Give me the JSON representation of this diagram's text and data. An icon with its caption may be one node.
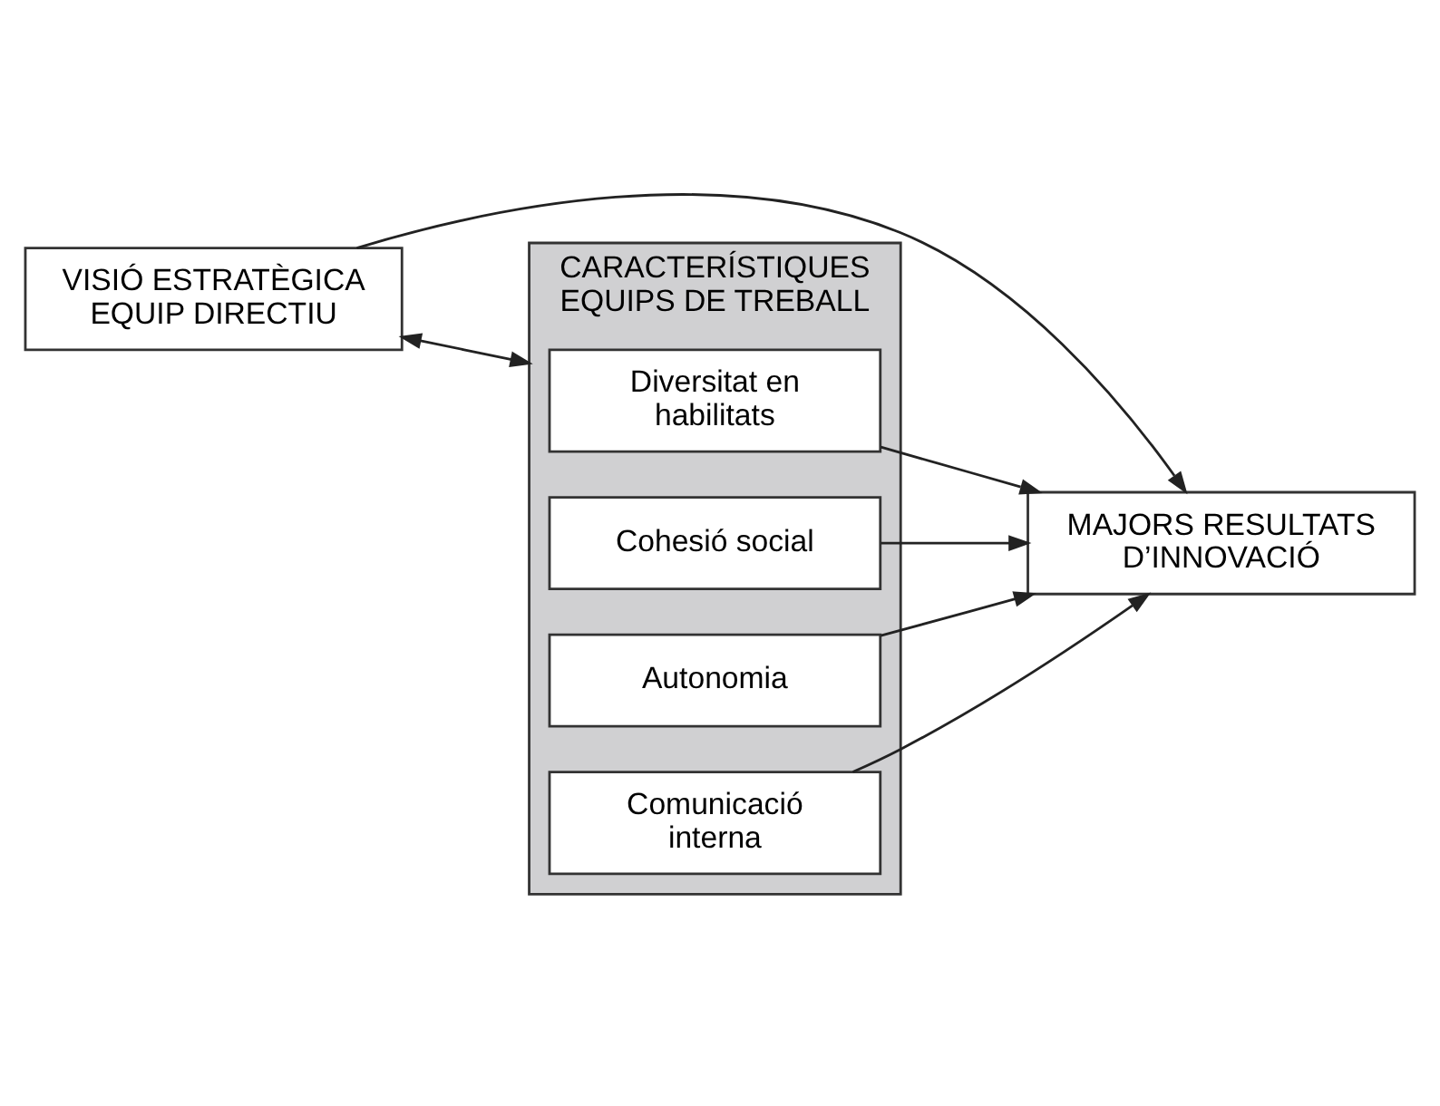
{
  "diagram": {
    "nodes": [
      {
        "text": [
          "VISIÓ ESTRATÈGICA EQUIP DIRECTIU"
        ]
      },
      {
        "text": [
          "MAJORS RESULTATS D’INNOVACIÓ"
        ]
      },
      {
        "text": [
          "CARACTERÍSTIQUES EQUIPS DE TREBALL"
        ]
      },
      {
        "text": [
          "Diversitat en habilitats"
        ],
        "in": 2
      },
      {
        "text": [
          "Cohesió social"
        ],
        "in": 2
      },
      {
        "text": [
          "Autonomia"
        ],
        "in": 2
      },
      {
        "text": [
          "Comunicació interna"
        ],
        "in": 2
      }
    ],
    "edges": [
      {
        "from": 0,
        "to": 1,
        "arrow": "to"
      },
      {
        "from": 0,
        "to": 2,
        "arrow": "both"
      },
      {
        "from": 3,
        "to": 1,
        "arrow": "to"
      },
      {
        "from": 4,
        "to": 1,
        "arrow": "to"
      },
      {
        "from": 5,
        "to": 1,
        "arrow": "to"
      },
      {
        "from": 6,
        "to": 1,
        "arrow": "to"
      }
    ]
  }
}
